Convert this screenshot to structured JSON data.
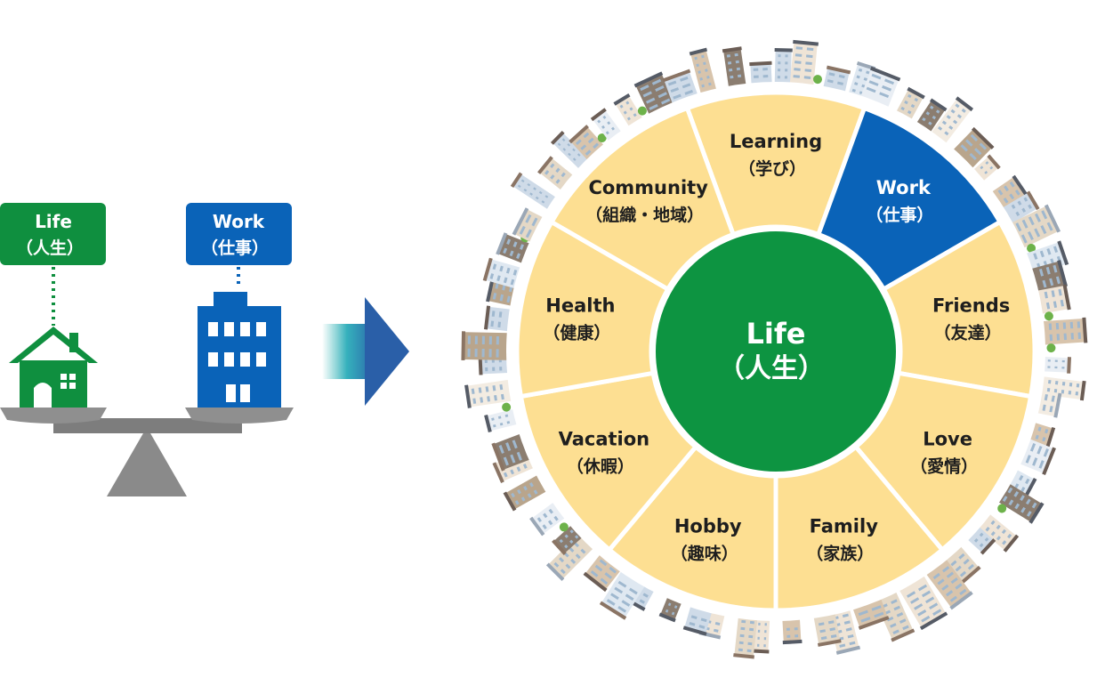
{
  "left": {
    "life_tag": {
      "line1": "Life",
      "line2": "（人生）",
      "color": "#0f8f3f"
    },
    "work_tag": {
      "line1": "Work",
      "line2": "（仕事）",
      "color": "#0a63b8"
    }
  },
  "wheel": {
    "center": {
      "line1": "Life",
      "line2": "（人生）",
      "color": "#0d9441"
    },
    "segment_color": "#fddf92",
    "highlight_color": "#0a63b8",
    "segments": [
      {
        "line1": "Learning",
        "line2": "（学び）"
      },
      {
        "line1": "Work",
        "line2": "（仕事）",
        "highlight": true
      },
      {
        "line1": "Friends",
        "line2": "（友達）"
      },
      {
        "line1": "Love",
        "line2": "（愛情）"
      },
      {
        "line1": "Family",
        "line2": "（家族）"
      },
      {
        "line1": "Hobby",
        "line2": "（趣味）"
      },
      {
        "line1": "Vacation",
        "line2": "（休暇）"
      },
      {
        "line1": "Health",
        "line2": "（健康）"
      },
      {
        "line1": "Community",
        "line2": "（組織・地域）"
      }
    ]
  }
}
